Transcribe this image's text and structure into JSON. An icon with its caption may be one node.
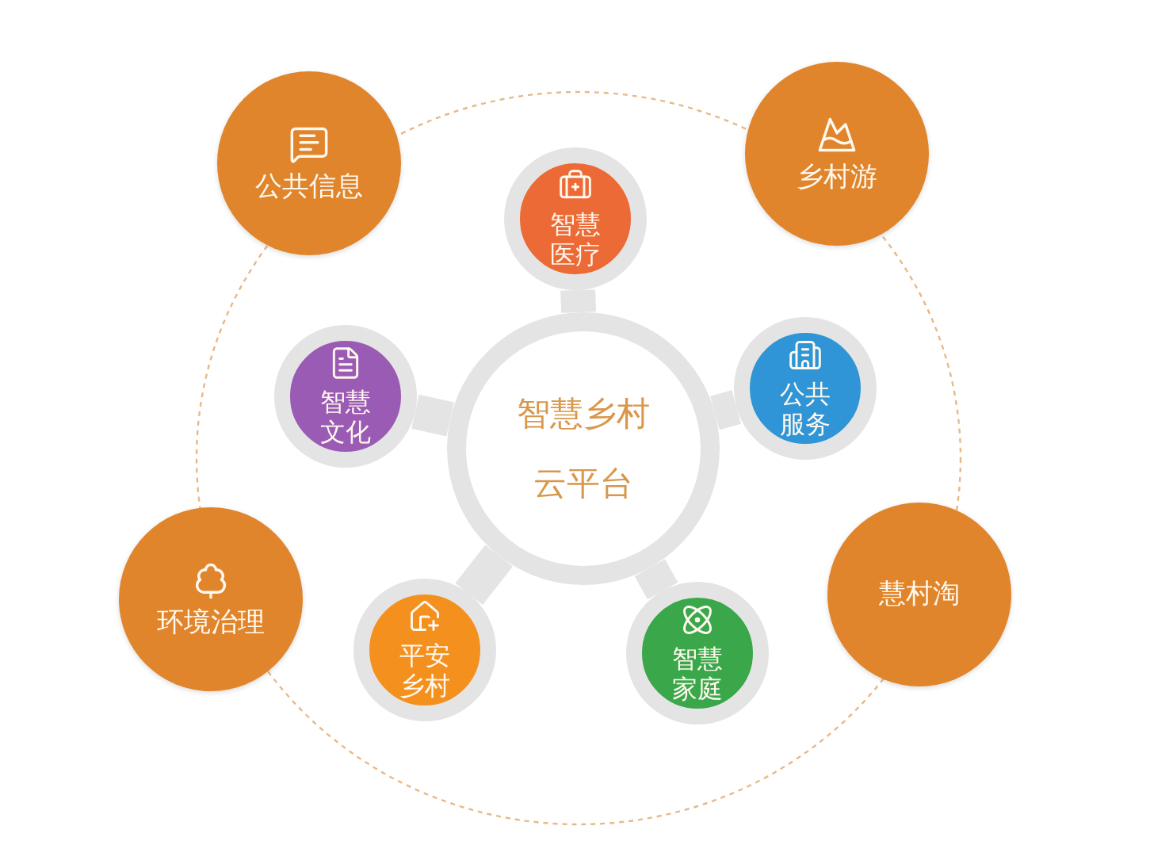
{
  "diagram": {
    "nodes": [
      {
        "text": [
          "公共信息"
        ]
      },
      {
        "text": [
          "乡村游"
        ]
      },
      {
        "text": [
          "智慧医疗"
        ]
      },
      {
        "text": [
          "智慧文化"
        ]
      },
      {
        "text": [
          "智慧乡村云平台"
        ]
      },
      {
        "text": [
          "公共服务"
        ]
      },
      {
        "text": [
          "环境治理"
        ]
      },
      {
        "text": [
          "慧村淘"
        ]
      },
      {
        "text": [
          "平安乡村"
        ]
      },
      {
        "text": [
          "智慧家庭"
        ]
      }
    ],
    "edges": [
      {
        "from": 4,
        "to": 2,
        "arrow": "none"
      },
      {
        "from": 4,
        "to": 3,
        "arrow": "none"
      },
      {
        "from": 4,
        "to": 5,
        "arrow": "none"
      },
      {
        "from": 4,
        "to": 8,
        "arrow": "none"
      },
      {
        "from": 4,
        "to": 9,
        "arrow": "none"
      }
    ]
  }
}
